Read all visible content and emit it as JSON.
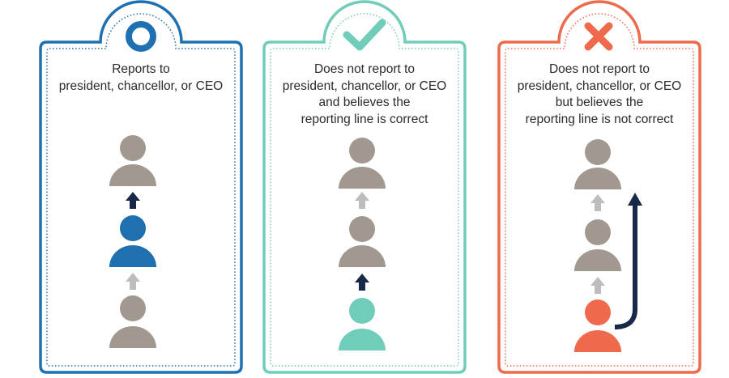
{
  "colors": {
    "blue": "#1f70b0",
    "teal": "#6fcdb9",
    "orange": "#ef6a4c",
    "person_gray": "#a19890",
    "arrow_navy": "#182848",
    "arrow_light": "#bdbdbd"
  },
  "panels": [
    {
      "id": "reports",
      "badge": "circle-icon",
      "caption": [
        "Reports to",
        "president, chancellor, or CEO"
      ]
    },
    {
      "id": "correct",
      "badge": "check-icon",
      "caption": [
        "Does not report to",
        "president, chancellor, or CEO",
        "and believes the",
        "reporting line is correct"
      ]
    },
    {
      "id": "not-correct",
      "badge": "cross-icon",
      "caption": [
        "Does not report to",
        "president, chancellor, or CEO",
        "but believes the",
        "reporting line is not correct"
      ]
    }
  ]
}
